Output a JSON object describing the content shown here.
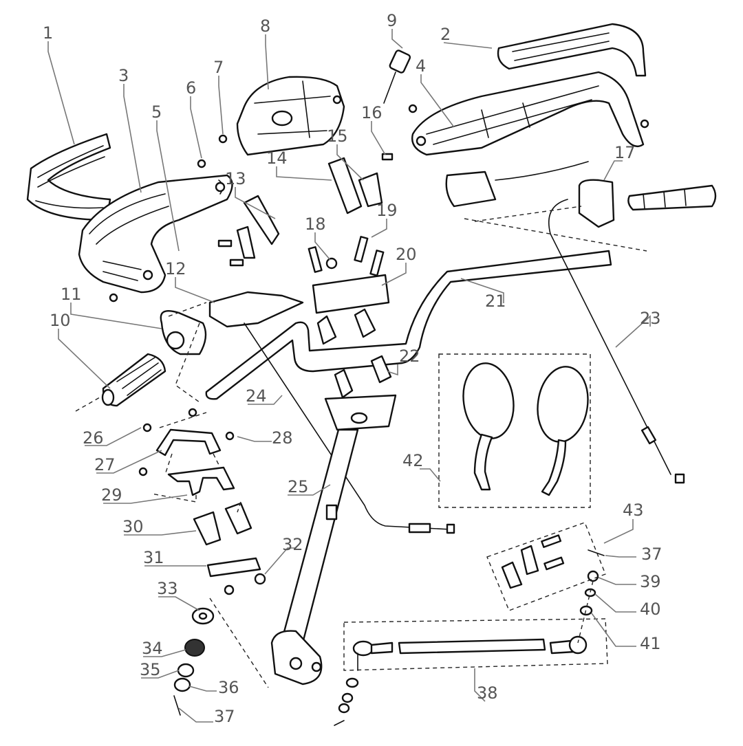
{
  "diagram": {
    "callouts": [
      "1",
      "2",
      "3",
      "4",
      "5",
      "6",
      "7",
      "8",
      "9",
      "10",
      "11",
      "12",
      "13",
      "14",
      "15",
      "16",
      "17",
      "18",
      "19",
      "20",
      "21",
      "22",
      "23",
      "24",
      "25",
      "26",
      "27",
      "28",
      "29",
      "30",
      "31",
      "32",
      "33",
      "34",
      "35",
      "36",
      "37",
      "37",
      "38",
      "39",
      "40",
      "41",
      "42",
      "43"
    ]
  },
  "colors": {
    "ink": "#111111",
    "label": "#555555",
    "background": "#ffffff"
  }
}
